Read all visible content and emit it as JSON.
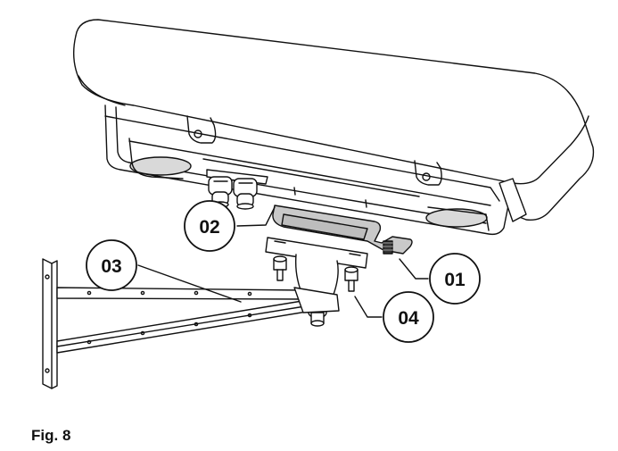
{
  "caption": "Fig. 8",
  "callouts": {
    "c01": "01",
    "c02": "02",
    "c03": "03",
    "c04": "04"
  },
  "colors": {
    "line": "#111111",
    "gasket_fill": "#c9c9c9",
    "lens_fill": "#d9d9d9",
    "background": "#ffffff"
  }
}
